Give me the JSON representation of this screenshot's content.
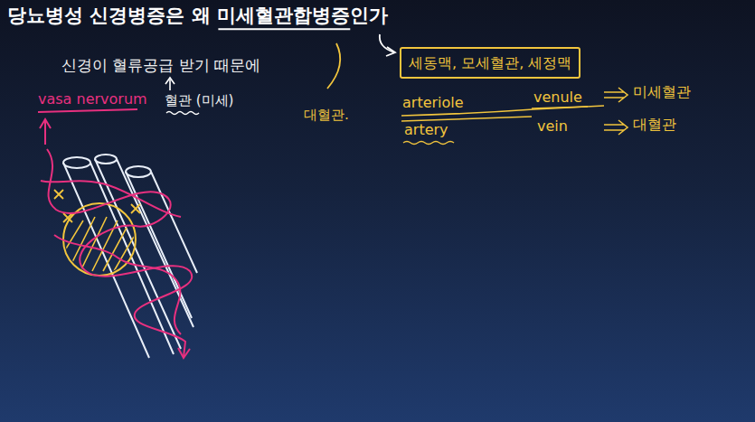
{
  "diagram": {
    "title": "당뇨병성 신경병증은 왜 미세혈관합병증인가",
    "nodes": [
      {
        "text": [
          "세동맥, 모세혈관, 세정맥"
        ]
      }
    ],
    "labels": [
      "신경이 혈류공급 받기 때문에",
      "vasa nervorum",
      "혈관 (미세)",
      "대혈관.",
      "arteriole",
      "venule",
      "미세혈관",
      "artery",
      "vein",
      "대혈관"
    ]
  }
}
